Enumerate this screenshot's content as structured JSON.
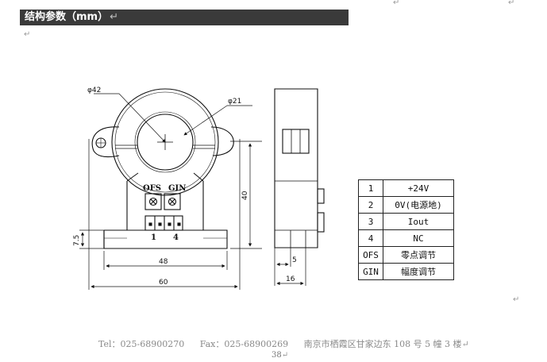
{
  "heading": {
    "title": "结构参数（mm）",
    "mark": "↵"
  },
  "paragraph_mark": "↵",
  "front_view": {
    "outer_diameter_label": "φ42",
    "inner_diameter_label": "φ21",
    "ofs_label": "OFS",
    "gin_label": "GIN",
    "pin1_label": "1",
    "pin4_label": "4",
    "dim_height": "40",
    "dim_foot": "7.5",
    "dim_inner_width": "48",
    "dim_total_width": "60"
  },
  "side_view": {
    "dim_small": "5",
    "dim_width": "16"
  },
  "pin_table": [
    {
      "num": "1",
      "fn": "+24V"
    },
    {
      "num": "2",
      "fn": "0V(电源地)"
    },
    {
      "num": "3",
      "fn": "Iout"
    },
    {
      "num": "4",
      "fn": "NC"
    },
    {
      "num": "OFS",
      "fn": "零点调节"
    },
    {
      "num": "GIN",
      "fn": "幅度调节"
    }
  ],
  "footer": {
    "tel": "Tel：025-68900270",
    "fax": "Fax：025-68900269",
    "address": "南京市栖霞区甘家边东 108 号 5 幢 3 楼",
    "page_number": "38"
  }
}
